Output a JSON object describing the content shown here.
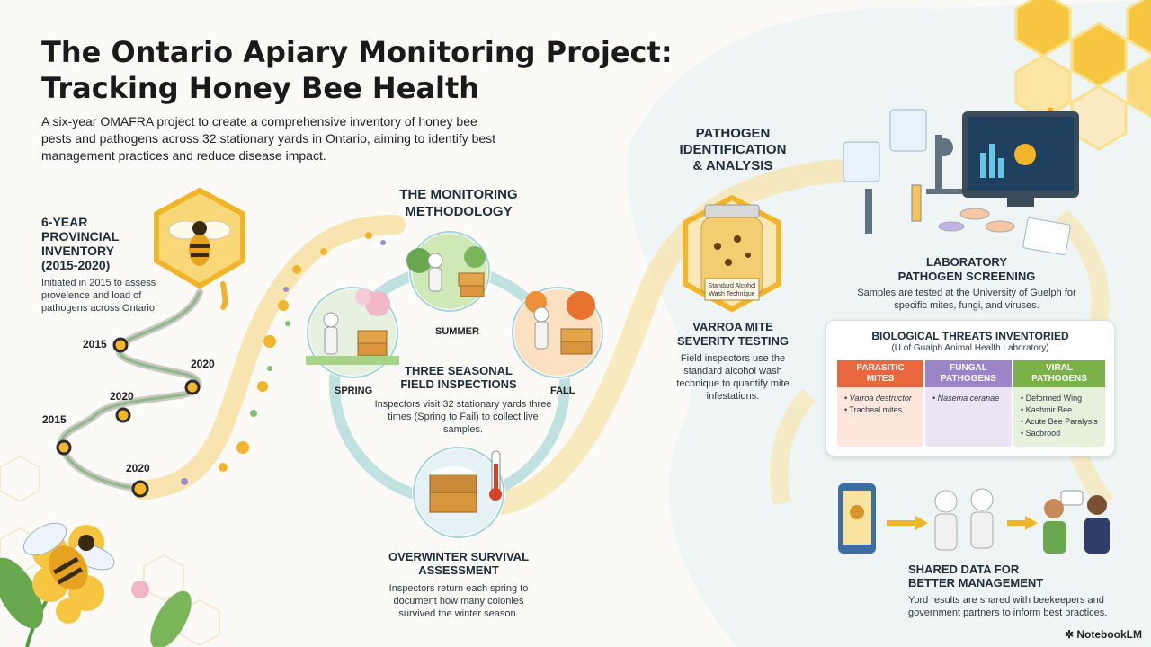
{
  "title_line1": "The Ontario Apiary Monitoring Project:",
  "title_line2": "Tracking Honey Bee Health",
  "intro": "A six-year OMAFRA project to create a comprehensive inventory of honey bee pests and pathogens across 32 stationary yards in Ontario, aiming to identify best management practices and reduce disease impact.",
  "inventory": {
    "heading1": "6-YEAR",
    "heading2": "PROVINCIAL",
    "heading3": "INVENTORY",
    "heading4": "(2015-2020)",
    "body": "Initiated in 2015 to assess provelence and load of pathogens across Ontario.",
    "years": [
      "2015",
      "2020",
      "2020",
      "2015",
      "2020"
    ]
  },
  "methodology": {
    "heading1": "THE MONITORING",
    "heading2": "METHODOLOGY",
    "seasons": {
      "spring": "SPRING",
      "summer": "SUMMER",
      "fall": "FALL"
    },
    "field_heading1": "THREE SEASONAL",
    "field_heading2": "FIELD INSPECTIONS",
    "field_body": "Inspectors visit 32 stationary yards three times (Spring to Fail) to collect live samples.",
    "winter_heading1": "OVERWINTER SURVIVAL",
    "winter_heading2": "ASSESSMENT",
    "winter_body": "Inspectors return each spring to document how many colonies survived the winter season."
  },
  "pathogen": {
    "heading1": "PATHOGEN",
    "heading2": "IDENTIFICATION",
    "heading3": "& ANALYSIS",
    "jar_label1": "Standard Alcohol",
    "jar_label2": "Wash Technique",
    "varroa_heading1": "VARROA MITE",
    "varroa_heading2": "SEVERITY TESTING",
    "varroa_body": "Field inspectors use the standard alcohol wash technique to quantify mite infestations."
  },
  "lab": {
    "heading1": "LABORATORY",
    "heading2": "PATHOGEN SCREENING",
    "body": "Samples are tested at the University of Guelph for specific mites, fungi, and viruses."
  },
  "threats": {
    "title": "BIOLOGICAL THREATS INVENTORIED",
    "subtitle": "(U of Gualph Animal Health Laboratory)",
    "mites_head1": "PARASITIC",
    "mites_head2": "MITES",
    "mites": [
      "Varroa destructor",
      "Tracheal mites"
    ],
    "fungal_head1": "FUNGAL",
    "fungal_head2": "PATHOGENS",
    "fungal": [
      "Nasema ceranae"
    ],
    "viral_head1": "VIRAL",
    "viral_head2": "PATHOGENS",
    "viral": [
      "Deformed Wing",
      "Kashmir Bee",
      "Acute Bee Paralysis",
      "Sacbrood"
    ]
  },
  "shared": {
    "heading1": "SHARED DATA FOR",
    "heading2": "BETTER MANAGEMENT",
    "body": "Yord results are shared with beekeepers and government partners to inform best practices."
  },
  "brand": "NotebookLM",
  "colors": {
    "honey": "#f4b62a",
    "mites": "#e8673f",
    "fungal": "#9b84c8",
    "viral": "#7bb04a",
    "ring": "#a8d3d6"
  }
}
